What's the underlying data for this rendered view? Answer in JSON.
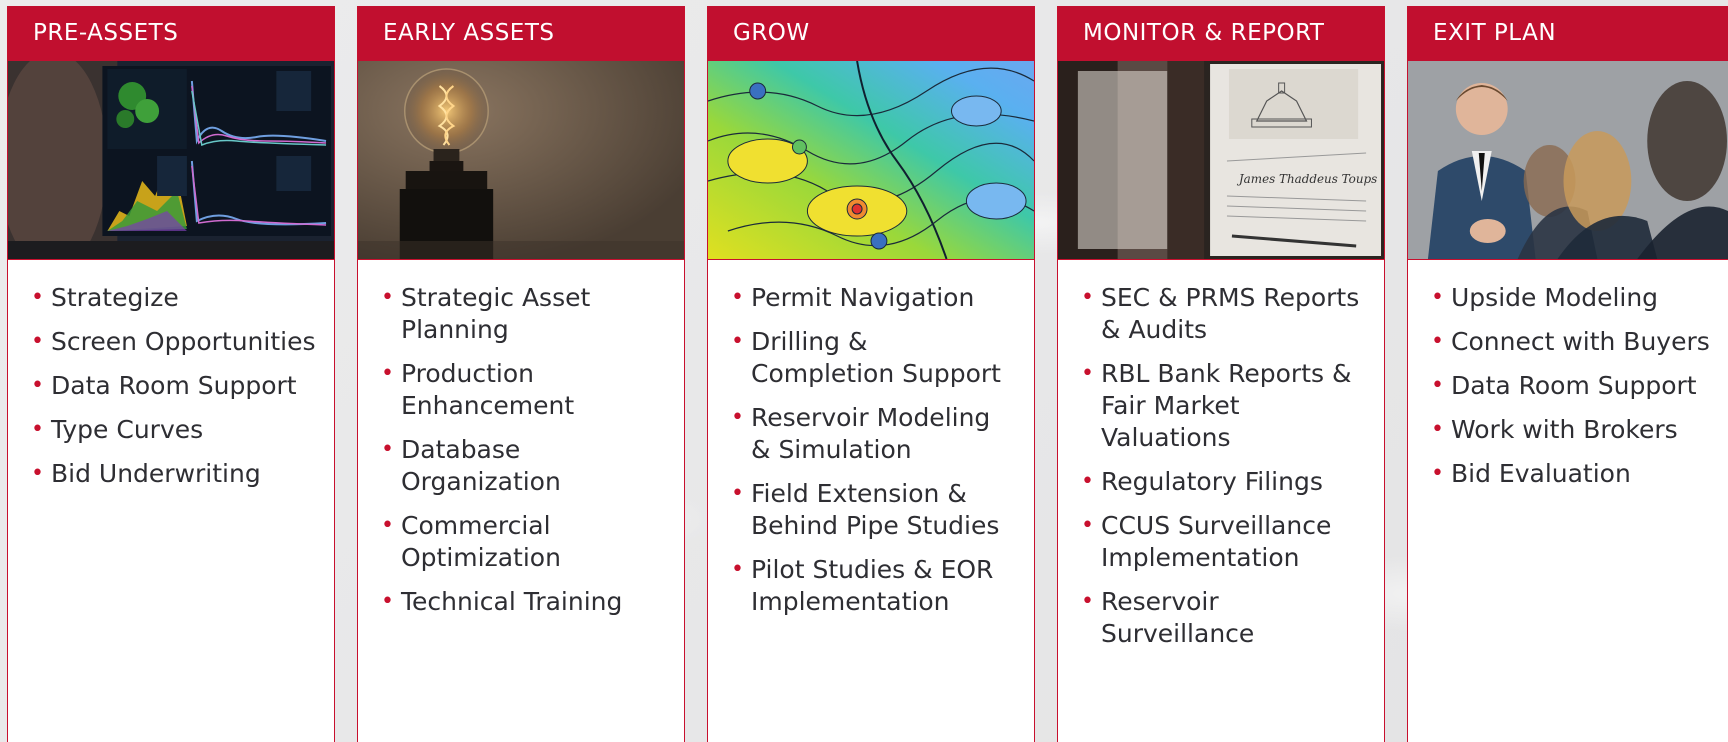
{
  "columns": [
    {
      "title": "PRE-ASSETS",
      "image_icon": "dashboard-screens-photo",
      "items": [
        "Strategize",
        "Screen Opportunities",
        "Data Room Support",
        "Type Curves",
        "Bid Underwriting"
      ]
    },
    {
      "title": "EARLY ASSETS",
      "image_icon": "lightbulb-photo",
      "items": [
        "Strategic Asset Planning",
        "Production Enhancement",
        "Database Organization",
        "Commercial Optimization",
        "Technical Training"
      ]
    },
    {
      "title": "GROW",
      "image_icon": "contour-map-photo",
      "items": [
        "Permit Navigation",
        "Drilling & Completion Support",
        "Reservoir Modeling & Simulation",
        "Field Extension & Behind Pipe Studies",
        "Pilot Studies & EOR Implementation"
      ]
    },
    {
      "title": "MONITOR & REPORT",
      "image_icon": "framed-license-photo",
      "items": [
        "SEC & PRMS Reports & Audits",
        "RBL Bank Reports & Fair Market Valuations",
        "Regulatory Filings",
        "CCUS Surveillance Implementation",
        "Reservoir Surveillance"
      ]
    },
    {
      "title": "EXIT PLAN",
      "image_icon": "meeting-people-photo",
      "items": [
        "Upside Modeling",
        "Connect with Buyers",
        "Data Room Support",
        "Work with Brokers",
        "Bid Evaluation"
      ]
    }
  ],
  "photo_text": {
    "license_holder": "James Thaddeus Toups"
  },
  "colors": {
    "accent": "#c10f2f",
    "text": "#2e2e33",
    "background": "#e9e9ea"
  }
}
